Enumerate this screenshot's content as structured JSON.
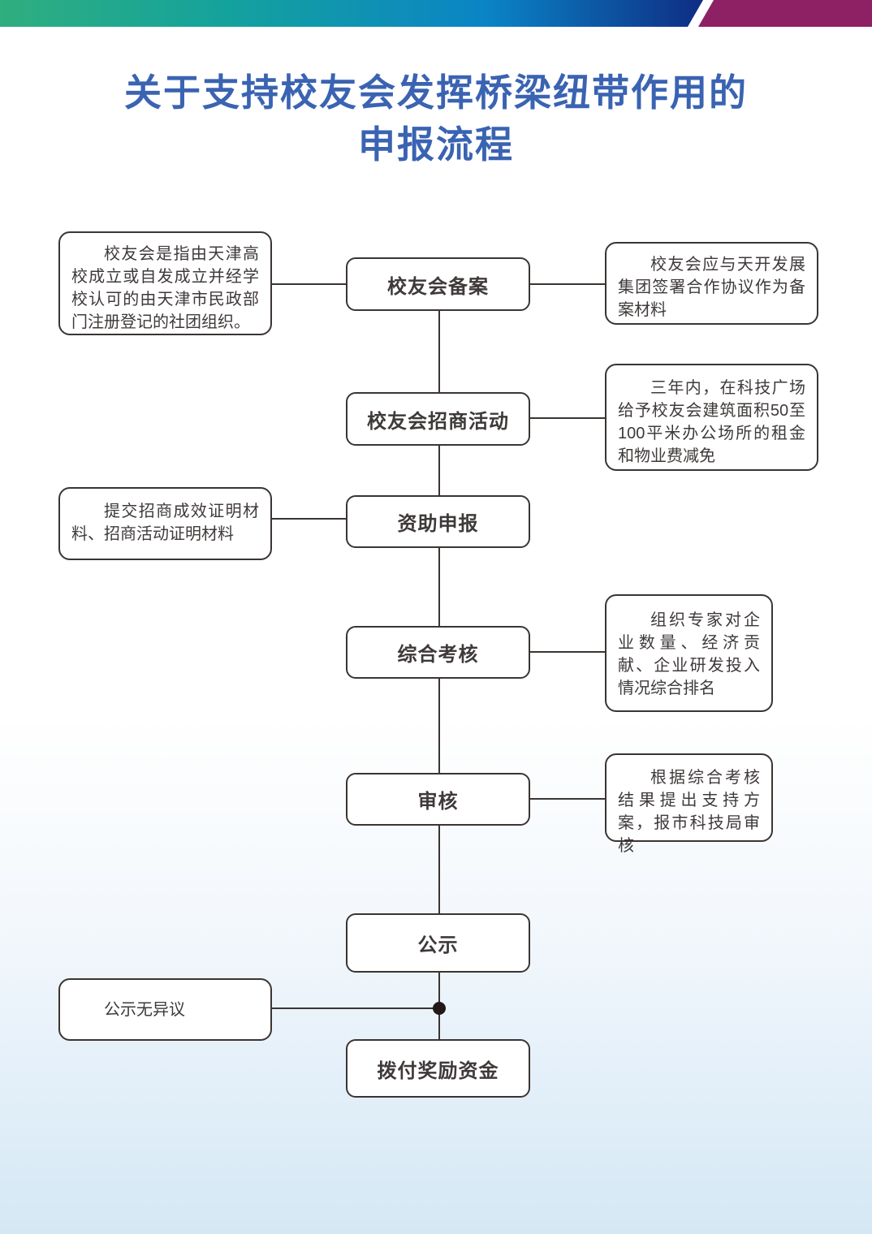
{
  "title": {
    "line1": "关于支持校友会发挥桥梁纽带作用的",
    "line2": "申报流程"
  },
  "colors": {
    "title_blue": "#3a63b2",
    "box_border": "#3a3532",
    "box_text": "#3f3a39",
    "banner_green": "#2fae7e",
    "banner_teal": "#14a29d",
    "banner_blue": "#0a84c6",
    "banner_navy": "#0f2f85",
    "banner_magenta": "#8e2164",
    "background_bottom": "#d4e8f4"
  },
  "flow": {
    "steps": [
      {
        "label": "校友会备案"
      },
      {
        "label": "校友会招商活动"
      },
      {
        "label": "资助申报"
      },
      {
        "label": "综合考核"
      },
      {
        "label": "审核"
      },
      {
        "label": "公示"
      },
      {
        "label": "拨付奖励资金"
      }
    ],
    "notes": [
      {
        "side": "left",
        "text": "校友会是指由天津高校成立或自发成立并经学校认可的由天津市民政部门注册登记的社团组织。"
      },
      {
        "side": "right",
        "text": "校友会应与天开发展集团签署合作协议作为备案材料"
      },
      {
        "side": "right",
        "text": "三年内，在科技广场给予校友会建筑面积50至100平米办公场所的租金和物业费减免"
      },
      {
        "side": "left",
        "text": "提交招商成效证明材料、招商活动证明材料"
      },
      {
        "side": "right",
        "text": "组织专家对企业数量、经济贡献、企业研发投入情况综合排名"
      },
      {
        "side": "right",
        "text": "根据综合考核结果提出支持方案，报市科技局审核"
      },
      {
        "side": "left",
        "text": "公示无异议"
      }
    ]
  }
}
